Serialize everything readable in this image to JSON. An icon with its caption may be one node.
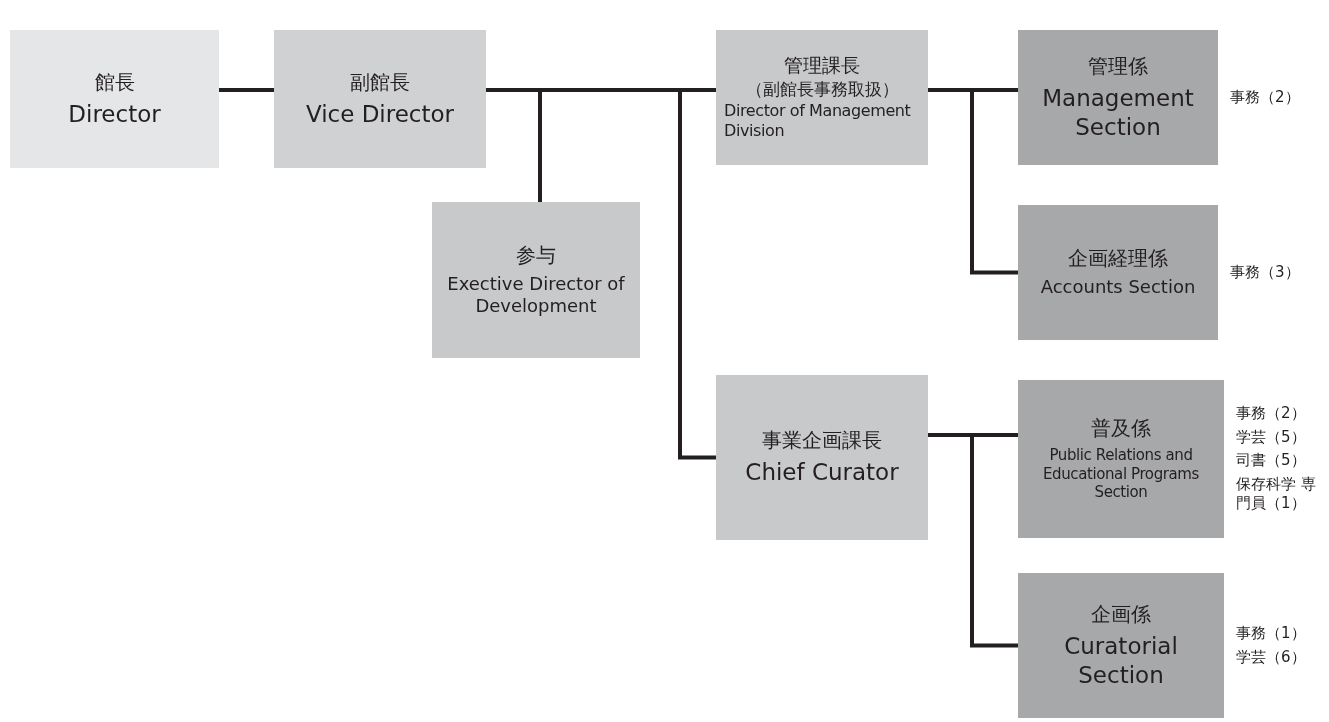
{
  "diagram": {
    "nodes": [
      {
        "text": [
          "館長",
          "Director"
        ]
      },
      {
        "text": [
          "副館長",
          "Vice Director"
        ]
      },
      {
        "text": [
          "参与",
          "Exective Director of Development"
        ]
      },
      {
        "text": [
          "管理課長",
          "（副館長事務取扱）",
          "Director of Management Division"
        ]
      },
      {
        "text": [
          "管理係",
          "Management Section"
        ],
        "beside": [
          "事務（2）"
        ]
      },
      {
        "text": [
          "企画経理係",
          "Accounts Section"
        ],
        "beside": [
          "事務（3）"
        ]
      },
      {
        "text": [
          "事業企画課長",
          "Chief Curator"
        ]
      },
      {
        "text": [
          "普及係",
          "Public Relations and Educational Programs Section"
        ],
        "beside": [
          "事務（2）",
          "学芸（5）",
          "司書（5）",
          "保存科学 専門員（1）"
        ]
      },
      {
        "text": [
          "企画係",
          "Curatorial Section"
        ],
        "beside": [
          "事務（1）",
          "学芸（6）"
        ]
      }
    ],
    "edges": [
      {
        "from": 0,
        "to": 1,
        "arrow": "none"
      },
      {
        "from": 1,
        "to": 2,
        "arrow": "none"
      },
      {
        "from": 1,
        "to": 3,
        "arrow": "none"
      },
      {
        "from": 1,
        "to": 6,
        "arrow": "none"
      },
      {
        "from": 3,
        "to": 4,
        "arrow": "none"
      },
      {
        "from": 3,
        "to": 5,
        "arrow": "none"
      },
      {
        "from": 6,
        "to": 7,
        "arrow": "none"
      },
      {
        "from": 6,
        "to": 8,
        "arrow": "none"
      }
    ]
  }
}
